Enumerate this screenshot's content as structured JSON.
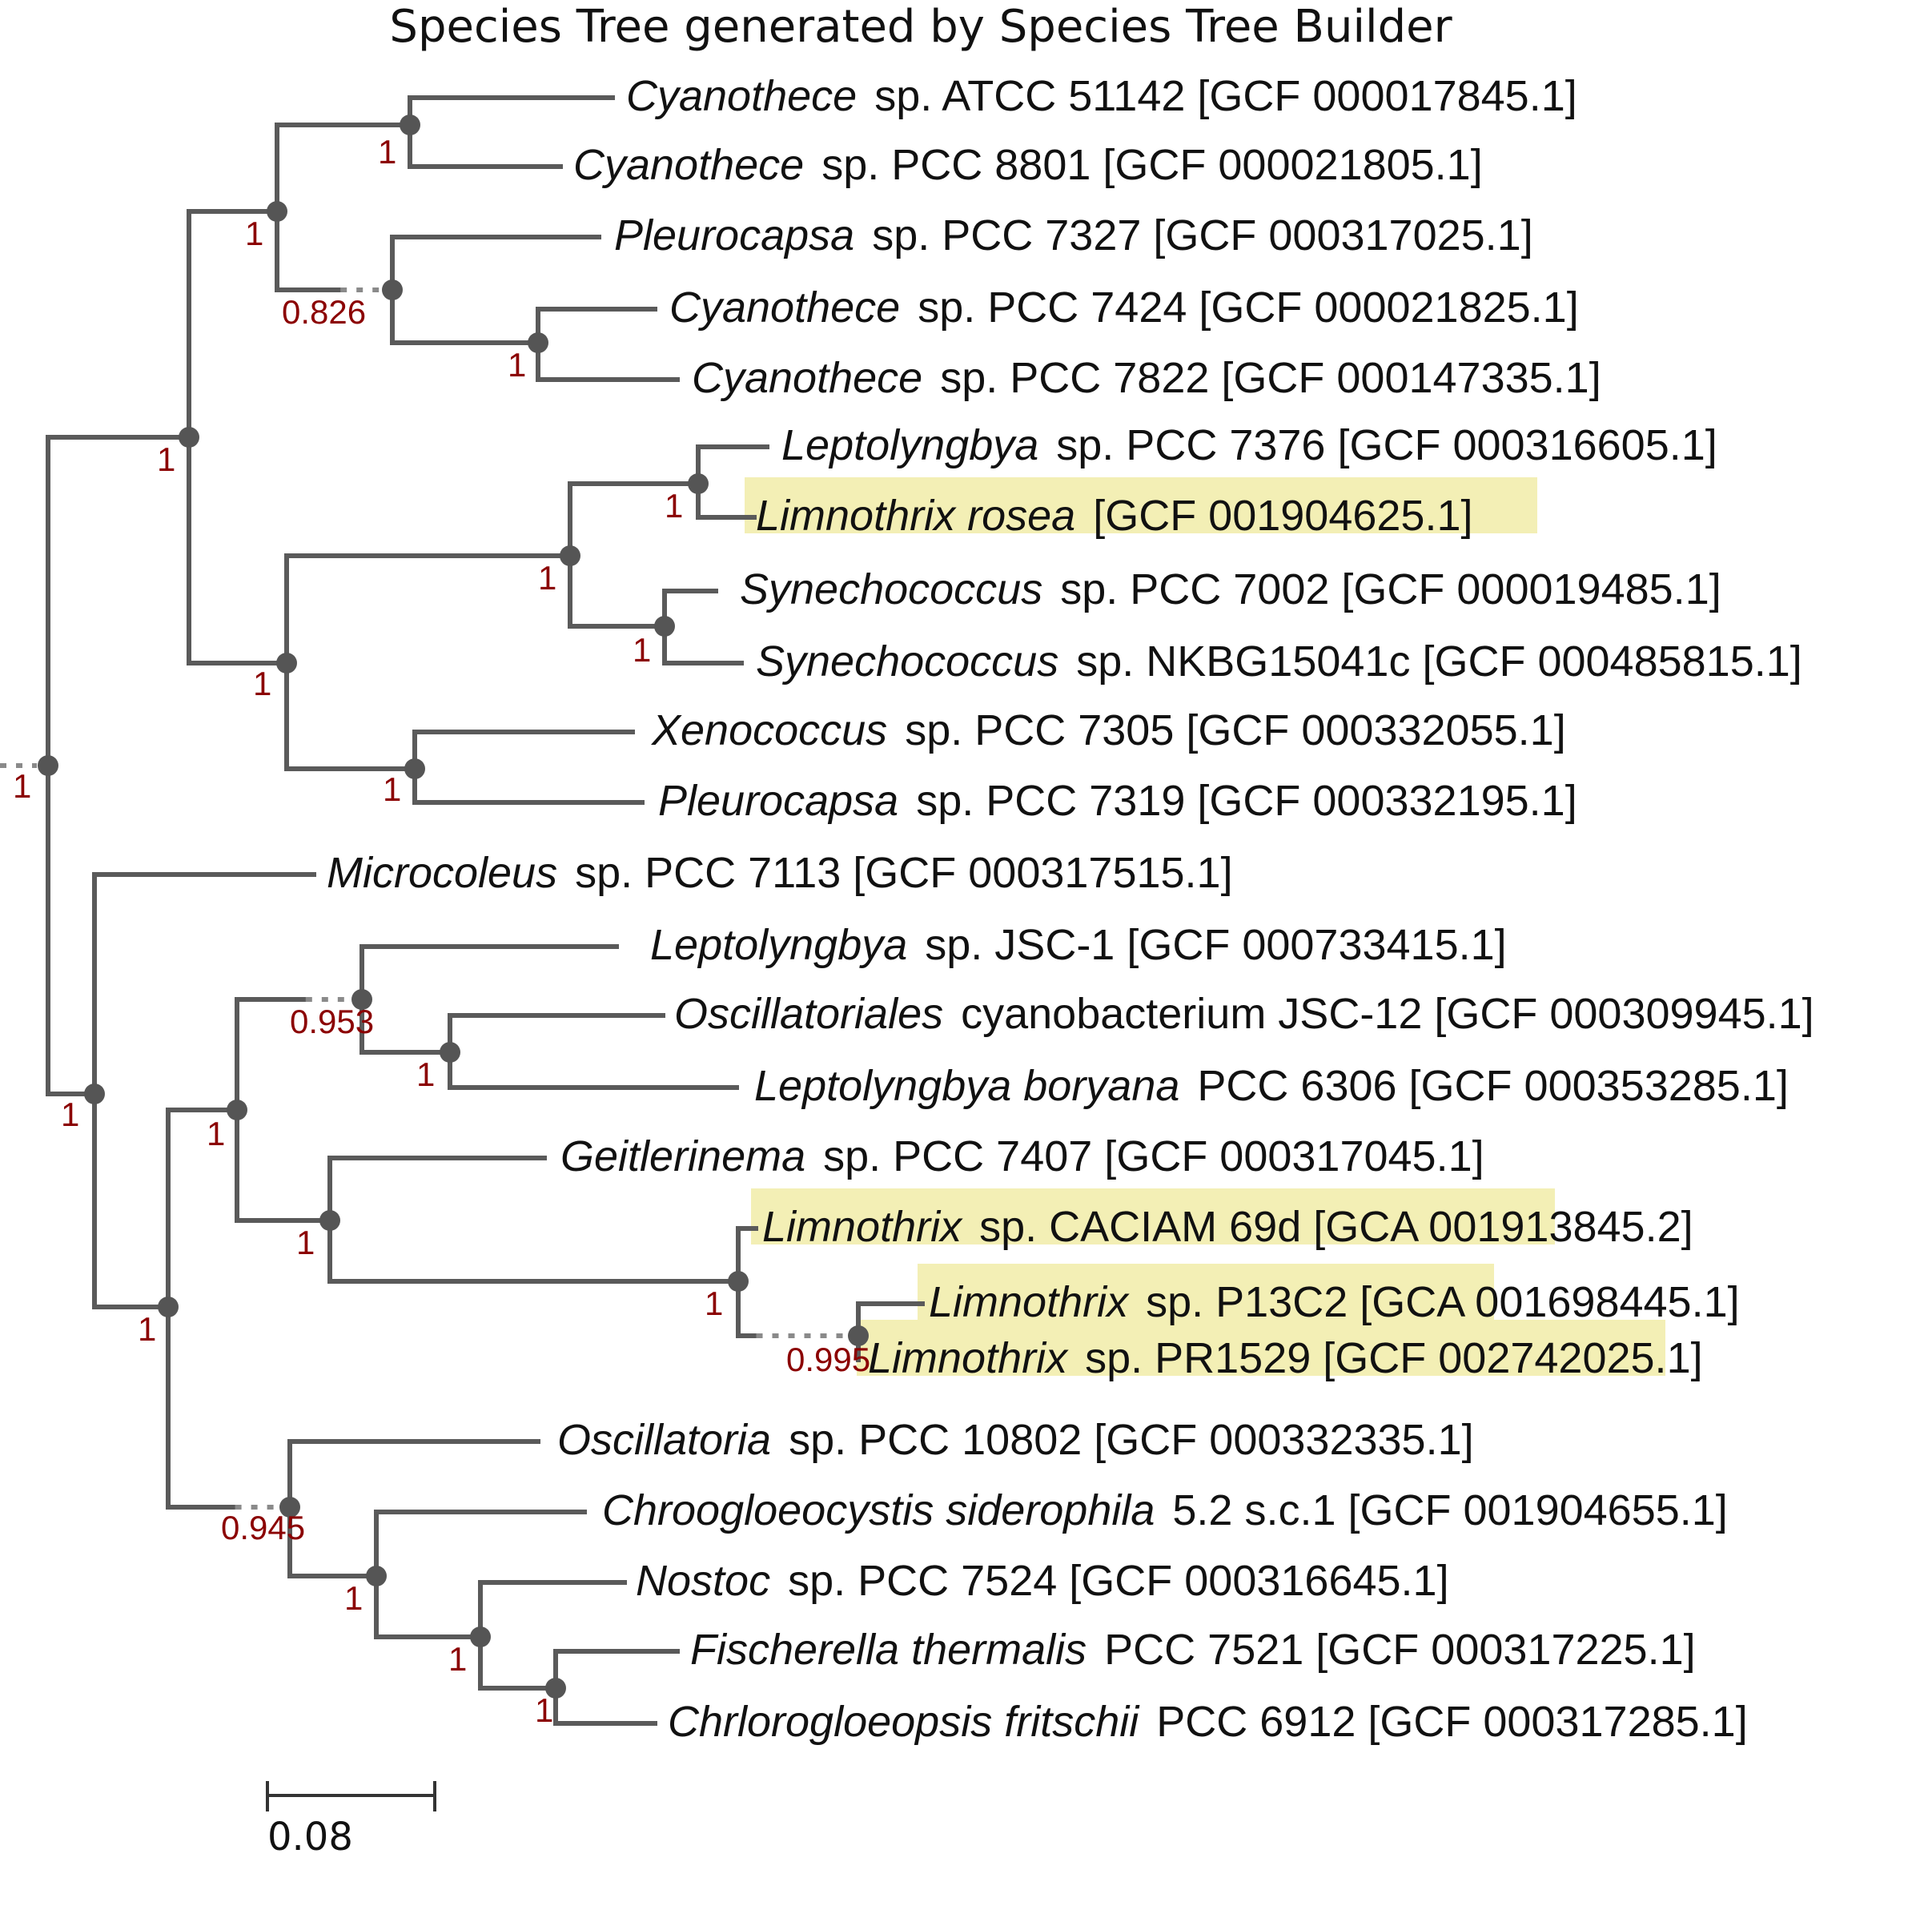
{
  "title": "Species Tree generated by Species Tree Builder",
  "scale_bar": {
    "label": "0.08"
  },
  "leaves": [
    {
      "id": "L1",
      "genus": "Cyanothece",
      "rest": "sp. ATCC 51142 [GCF 000017845.1]",
      "highlight": false
    },
    {
      "id": "L2",
      "genus": "Cyanothece",
      "rest": "sp. PCC 8801 [GCF 000021805.1]",
      "highlight": false
    },
    {
      "id": "L3",
      "genus": "Pleurocapsa",
      "rest": "sp. PCC 7327 [GCF 000317025.1]",
      "highlight": false
    },
    {
      "id": "L4",
      "genus": "Cyanothece",
      "rest": "sp. PCC 7424 [GCF 000021825.1]",
      "highlight": false
    },
    {
      "id": "L5",
      "genus": "Cyanothece",
      "rest": "sp. PCC 7822 [GCF 000147335.1]",
      "highlight": false
    },
    {
      "id": "L6",
      "genus": "Leptolyngbya",
      "rest": "sp. PCC 7376 [GCF 000316605.1]",
      "highlight": false
    },
    {
      "id": "L7",
      "genus": "Limnothrix rosea",
      "rest": "[GCF 001904625.1]",
      "highlight": true
    },
    {
      "id": "L8",
      "genus": "Synechococcus",
      "rest": "sp. PCC 7002 [GCF 000019485.1]",
      "highlight": false
    },
    {
      "id": "L9",
      "genus": "Synechococcus",
      "rest": "sp. NKBG15041c [GCF 000485815.1]",
      "highlight": false
    },
    {
      "id": "L10",
      "genus": "Xenococcus",
      "rest": "sp. PCC 7305 [GCF 000332055.1]",
      "highlight": false
    },
    {
      "id": "L11",
      "genus": "Pleurocapsa",
      "rest": "sp. PCC 7319 [GCF 000332195.1]",
      "highlight": false
    },
    {
      "id": "L12",
      "genus": "Microcoleus",
      "rest": "sp. PCC 7113 [GCF 000317515.1]",
      "highlight": false
    },
    {
      "id": "L13",
      "genus": "Leptolyngbya",
      "rest": "sp. JSC-1 [GCF 000733415.1]",
      "highlight": false
    },
    {
      "id": "L14",
      "genus": "Oscillatoriales",
      "rest": "cyanobacterium JSC-12 [GCF 000309945.1]",
      "highlight": false
    },
    {
      "id": "L15",
      "genus": "Leptolyngbya boryana",
      "rest": "PCC 6306 [GCF 000353285.1]",
      "highlight": false
    },
    {
      "id": "L16",
      "genus": "Geitlerinema",
      "rest": "sp. PCC 7407 [GCF 000317045.1]",
      "highlight": false
    },
    {
      "id": "L17",
      "genus": "Limnothrix",
      "rest": "sp. CACIAM 69d [GCA 001913845.2]",
      "highlight": true
    },
    {
      "id": "L18",
      "genus": "Limnothrix",
      "rest": "sp. P13C2 [GCA 001698445.1]",
      "highlight": true
    },
    {
      "id": "L19",
      "genus": "Limnothrix",
      "rest": "sp. PR1529 [GCF 002742025.1]",
      "highlight": true
    },
    {
      "id": "L20",
      "genus": "Oscillatoria",
      "rest": "sp. PCC 10802 [GCF 000332335.1]",
      "highlight": false
    },
    {
      "id": "L21",
      "genus": "Chroogloeocystis siderophila",
      "rest": "5.2 s.c.1 [GCF 001904655.1]",
      "highlight": false
    },
    {
      "id": "L22",
      "genus": "Nostoc",
      "rest": "sp. PCC 7524 [GCF 000316645.1]",
      "highlight": false
    },
    {
      "id": "L23",
      "genus": "Fischerella thermalis",
      "rest": "PCC 7521 [GCF 000317225.1]",
      "highlight": false
    },
    {
      "id": "L24",
      "genus": "Chrlorogloeopsis fritschii",
      "rest": "PCC 6912 [GCF 000317285.1]",
      "highlight": false
    }
  ],
  "supports": [
    {
      "node": "n_cyano_a",
      "value": "1"
    },
    {
      "node": "n_cyano_top",
      "value": "1"
    },
    {
      "node": "n_pleuro_grp",
      "value": "0.826"
    },
    {
      "node": "n_cyano_b",
      "value": "1"
    },
    {
      "node": "n_upper",
      "value": "1"
    },
    {
      "node": "n_lepto_limno",
      "value": "1"
    },
    {
      "node": "n_lepto_syn",
      "value": "1"
    },
    {
      "node": "n_syn",
      "value": "1"
    },
    {
      "node": "n_mid",
      "value": "1"
    },
    {
      "node": "n_xeno",
      "value": "1"
    },
    {
      "node": "n_root",
      "value": "1"
    },
    {
      "node": "n_lower",
      "value": "1"
    },
    {
      "node": "n_jsc",
      "value": "0.953"
    },
    {
      "node": "n_osc_lb",
      "value": "1"
    },
    {
      "node": "n_filam",
      "value": "1"
    },
    {
      "node": "n_geit",
      "value": "1"
    },
    {
      "node": "n_limno",
      "value": "1"
    },
    {
      "node": "n_limno_pair",
      "value": "0.995"
    },
    {
      "node": "n_lower2",
      "value": "1"
    },
    {
      "node": "n_nostoc_grp",
      "value": "0.945"
    },
    {
      "node": "n_chroo",
      "value": "1"
    },
    {
      "node": "n_nostoc",
      "value": "1"
    },
    {
      "node": "n_fisch",
      "value": "1"
    }
  ]
}
